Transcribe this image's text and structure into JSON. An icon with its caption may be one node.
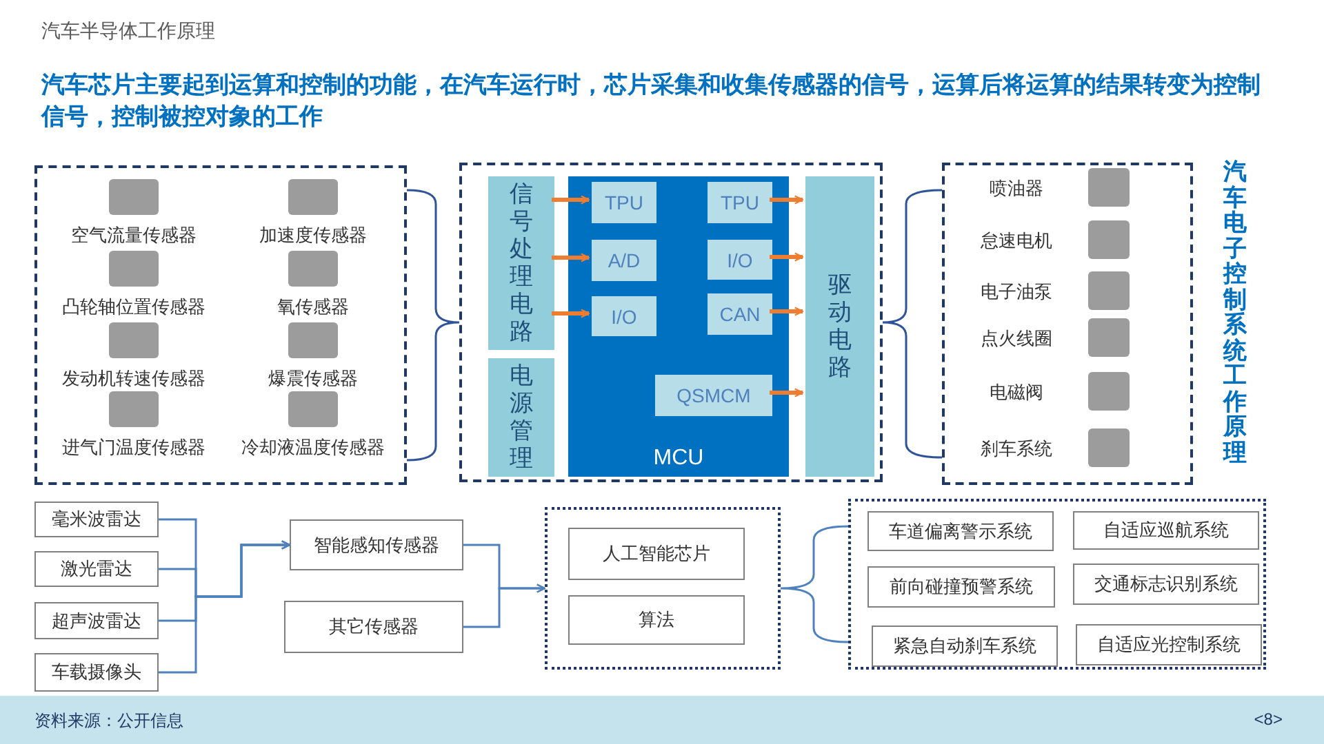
{
  "diagram": {
    "title": "汽车半导体工作原理",
    "nodes": [
      {
        "text": [
          "空气流量传感器",
          "加速度传感器",
          "凸轮轴位置传感器",
          "氧传感器",
          "发动机转速传感器",
          "爆震传感器",
          "进气门温度传感器",
          "冷却液温度传感器"
        ]
      },
      {
        "text": [],
        "shape": "box"
      },
      {
        "text": [
          "信号处理电路"
        ],
        "in": 1
      },
      {
        "text": [
          "电源管理"
        ],
        "in": 1
      },
      {
        "text": [
          "MCU"
        ],
        "in": 1
      },
      {
        "text": [
          "TPU"
        ],
        "in": 4
      },
      {
        "text": [
          "A/D"
        ],
        "in": 4
      },
      {
        "text": [
          "I/O"
        ],
        "in": 4
      },
      {
        "text": [
          "TPU"
        ],
        "in": 4
      },
      {
        "text": [
          "I/O"
        ],
        "in": 4
      },
      {
        "text": [
          "CAN"
        ],
        "in": 4
      },
      {
        "text": [
          "QSMCM"
        ],
        "in": 4
      },
      {
        "text": [
          "驱动电路"
        ],
        "in": 1
      },
      {
        "text": [
          "喷油器",
          "怠速电机",
          "电子油泵",
          "点火线圈",
          "电磁阀",
          "刹车系统"
        ]
      },
      {
        "text": [
          "毫米波雷达"
        ]
      },
      {
        "text": [
          "激光雷达"
        ]
      },
      {
        "text": [
          "超声波雷达"
        ]
      },
      {
        "text": [
          "车载摄像头"
        ]
      },
      {
        "text": [
          "智能感知传感器"
        ]
      },
      {
        "text": [
          "其它传感器"
        ]
      },
      {
        "text": [],
        "shape": "box"
      },
      {
        "text": [
          "人工智能芯片"
        ],
        "in": 20
      },
      {
        "text": [
          "算法"
        ],
        "in": 20
      },
      {
        "text": [],
        "shape": "box"
      },
      {
        "text": [
          "车道偏离警示系统"
        ],
        "in": 23
      },
      {
        "text": [
          "自适应巡航系统"
        ],
        "in": 23
      },
      {
        "text": [
          "前向碰撞预警系统"
        ],
        "in": 23
      },
      {
        "text": [
          "交通标志识别系统"
        ],
        "in": 23
      },
      {
        "text": [
          "紧急自动刹车系统"
        ],
        "in": 23
      },
      {
        "text": [
          "自适应光控制系统"
        ],
        "in": 23
      }
    ],
    "edges": [
      {
        "from": 0,
        "to": 1,
        "arrow": "none",
        "color": "#2f5597"
      },
      {
        "from": 2,
        "to": 5,
        "arrow": "to",
        "style": "thick"
      },
      {
        "from": 2,
        "to": 6,
        "arrow": "to",
        "style": "thick"
      },
      {
        "from": 2,
        "to": 7,
        "arrow": "to",
        "style": "thick"
      },
      {
        "from": 8,
        "to": 12,
        "arrow": "to",
        "style": "thick"
      },
      {
        "from": 9,
        "to": 12,
        "arrow": "to",
        "style": "thick"
      },
      {
        "from": 10,
        "to": 12,
        "arrow": "to",
        "style": "thick"
      },
      {
        "from": 11,
        "to": 12,
        "arrow": "to",
        "style": "thick"
      },
      {
        "from": 1,
        "to": 13,
        "arrow": "none",
        "color": "#2f5597"
      },
      {
        "from": 14,
        "to": 18,
        "arrow": "to",
        "color": "#4f81bd"
      },
      {
        "from": 15,
        "to": 18,
        "arrow": "to",
        "color": "#4f81bd"
      },
      {
        "from": 16,
        "to": 18,
        "arrow": "to",
        "color": "#4f81bd"
      },
      {
        "from": 17,
        "to": 18,
        "arrow": "to",
        "color": "#4f81bd"
      },
      {
        "from": 18,
        "to": 20,
        "arrow": "to",
        "color": "#4f81bd"
      },
      {
        "from": 19,
        "to": 20,
        "arrow": "to",
        "color": "#4f81bd"
      },
      {
        "from": 20,
        "to": 23,
        "arrow": "none",
        "color": "#4f81bd"
      }
    ],
    "labels": [
      "汽车芯片主要起到运算和控制的功能，在汽车运行时，芯片采集和收集传感器的信号，运算后将运算的结果转变为控制信号，控制被控对象的工作",
      "汽车电子控制系统工作原理",
      "资料来源：公开信息",
      "<8>"
    ]
  }
}
